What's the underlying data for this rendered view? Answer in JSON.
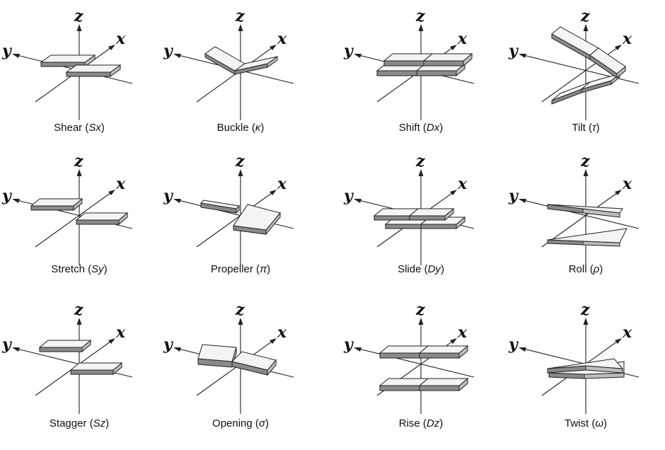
{
  "axis_labels": {
    "x": "x",
    "y": "y",
    "z": "z"
  },
  "panels": [
    {
      "id": "shear",
      "name": "Shear",
      "symbol": "Sx"
    },
    {
      "id": "buckle",
      "name": "Buckle",
      "symbol": "κ"
    },
    {
      "id": "shift",
      "name": "Shift",
      "symbol": "Dx"
    },
    {
      "id": "tilt",
      "name": "Tilt",
      "symbol": "τ"
    },
    {
      "id": "stretch",
      "name": "Stretch",
      "symbol": "Sy"
    },
    {
      "id": "propeller",
      "name": "Propeller",
      "symbol": "π"
    },
    {
      "id": "slide",
      "name": "Slide",
      "symbol": "Dy"
    },
    {
      "id": "roll",
      "name": "Roll",
      "symbol": "ρ"
    },
    {
      "id": "stagger",
      "name": "Stagger",
      "symbol": "Sz"
    },
    {
      "id": "opening",
      "name": "Opening",
      "symbol": "σ"
    },
    {
      "id": "rise",
      "name": "Rise",
      "symbol": "Dz"
    },
    {
      "id": "twist",
      "name": "Twist",
      "symbol": "ω"
    }
  ]
}
